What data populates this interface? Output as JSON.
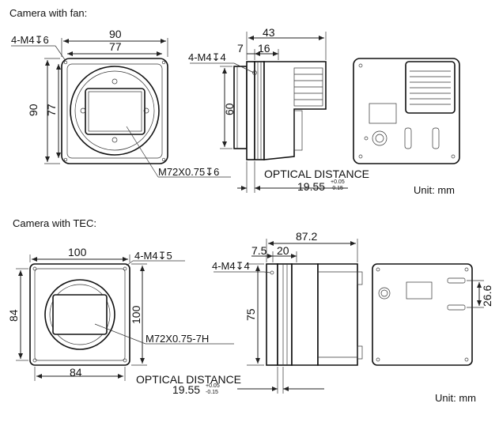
{
  "fan": {
    "heading": "Camera with fan:",
    "front": {
      "width_outer": "90",
      "width_inner": "77",
      "height_outer": "90",
      "height_inner": "77",
      "mount_hole": "4-M4↧6",
      "lens_mount": "M72X0.75↧6"
    },
    "side": {
      "depth": "43",
      "offset_a": "7",
      "offset_b": "16",
      "mount_hole": "4-M4↧4",
      "height": "60",
      "optical_label": "OPTICAL DISTANCE",
      "optical_value": "19.55",
      "tol_plus": "+0.05",
      "tol_minus": "-0.15"
    },
    "unit": "Unit: mm"
  },
  "tec": {
    "heading": "Camera with TEC:",
    "front": {
      "width_top": "100",
      "width_bottom": "84",
      "height_left": "84",
      "height_right": "100",
      "mount_hole": "4-M4↧5",
      "lens_mount": "M72X0.75-7H"
    },
    "side": {
      "depth": "87.2",
      "offset_a": "7.5",
      "offset_b": "20",
      "mount_hole": "4-M4↧4",
      "height": "75",
      "optical_label": "OPTICAL DISTANCE",
      "optical_value": "19.55",
      "tol_plus": "+0.05",
      "tol_minus": "-0.15"
    },
    "back": {
      "height": "26.6"
    },
    "unit": "Unit: mm"
  }
}
